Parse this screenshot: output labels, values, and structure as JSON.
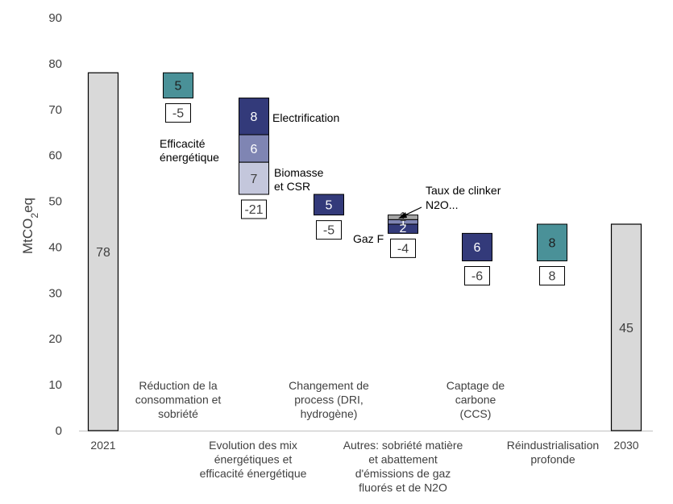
{
  "chart_data": {
    "type": "bar",
    "subtype": "waterfall",
    "ylabel": "MtCO",
    "ylabel_sub": "2",
    "ylabel_suffix": "eq",
    "ylim": [
      0,
      90
    ],
    "yticks": [
      0,
      10,
      20,
      30,
      40,
      50,
      60,
      70,
      80,
      90
    ],
    "grid": false,
    "colors": {
      "total": "#d9d9d9",
      "teal": "#4a9198",
      "navy": "#333a7a",
      "mid": "#7f85b3",
      "light": "#c4c7dc",
      "grey": "#a6a6a6"
    },
    "categories": [
      "2021",
      "Réduction de la consommation et sobriété",
      "Evolution des mix énergétiques et efficacité énergétique",
      "Changement de process (DRI, hydrogène)",
      "Autres: sobriété matière et abattement d'émissions de gaz fluorés et de N2O",
      "Captage de carbone (CCS)",
      "Réindustrialisation profonde",
      "2030"
    ],
    "category_label_lines": [
      [
        "2021"
      ],
      [
        "Réduction de la",
        "consommation et",
        "sobriété"
      ],
      [
        "Evolution des mix",
        "énergétiques et",
        "efficacité énergétique"
      ],
      [
        "Changement de",
        "process (DRI,",
        "hydrogène)"
      ],
      [
        "Autres: sobriété matière",
        "et abattement",
        "d'émissions de gaz",
        "fluorés et de N2O"
      ],
      [
        "Captage de",
        "carbone",
        "(CCS)"
      ],
      [
        "Réindustrialisation",
        "profonde"
      ],
      [
        "2030"
      ]
    ],
    "totals": [
      {
        "category": "2021",
        "value": 78,
        "label": "78"
      },
      {
        "category": "2030",
        "value": 45,
        "label": "45"
      }
    ],
    "steps": [
      {
        "category": "Réduction de la consommation et sobriété",
        "total": -5,
        "total_label": "-5",
        "segments": [
          {
            "name": "",
            "bottom": 72.5,
            "top": 78,
            "value": 5,
            "label": "5",
            "color": "teal"
          }
        ]
      },
      {
        "category": "Evolution des mix énergétiques et efficacité énergétique",
        "total": -21,
        "total_label": "-21",
        "segments": [
          {
            "name": "Electrification",
            "bottom": 64.5,
            "top": 72.5,
            "value": 8,
            "label": "8",
            "color": "navy"
          },
          {
            "name": "Efficacité énergétique",
            "bottom": 58.5,
            "top": 64.5,
            "value": 6,
            "label": "6",
            "color": "mid"
          },
          {
            "name": "Biomasse et CSR",
            "bottom": 51.5,
            "top": 58.5,
            "value": 7,
            "label": "7",
            "color": "light"
          }
        ]
      },
      {
        "category": "Changement de process (DRI, hydrogène)",
        "total": -5,
        "total_label": "-5",
        "segments": [
          {
            "name": "",
            "bottom": 47,
            "top": 51.5,
            "value": 5,
            "label": "5",
            "color": "navy"
          }
        ]
      },
      {
        "category": "Autres: sobriété matière et abattement d'émissions de gaz fluorés et de N2O",
        "total": -4,
        "total_label": "-4",
        "segments": [
          {
            "name": "Gaz F",
            "bottom": 43,
            "top": 45,
            "value": 2,
            "label": "2",
            "color": "navy"
          },
          {
            "name": "N2O...",
            "bottom": 45,
            "top": 46,
            "value": 1,
            "label": "1",
            "color": "mid"
          },
          {
            "name": "Taux de clinker",
            "bottom": 46,
            "top": 47,
            "value": 1,
            "label": "1",
            "color": "grey"
          }
        ]
      },
      {
        "category": "Captage de carbone (CCS)",
        "total": -6,
        "total_label": "-6",
        "segments": [
          {
            "name": "",
            "bottom": 37,
            "top": 43,
            "value": 6,
            "label": "6",
            "color": "navy"
          }
        ]
      },
      {
        "category": "Réindustrialisation profonde",
        "total": 8,
        "total_label": "8",
        "segments": [
          {
            "name": "",
            "bottom": 37,
            "top": 45,
            "value": 8,
            "label": "8",
            "color": "teal"
          }
        ]
      }
    ],
    "annotations": {
      "electrification": "Electrification",
      "efficacite": [
        "Efficacité",
        "énergétique"
      ],
      "biomasse": [
        "Biomasse",
        "et CSR"
      ],
      "clinker": "Taux de clinker",
      "n2o": "N2O...",
      "gazf": "Gaz F"
    }
  }
}
